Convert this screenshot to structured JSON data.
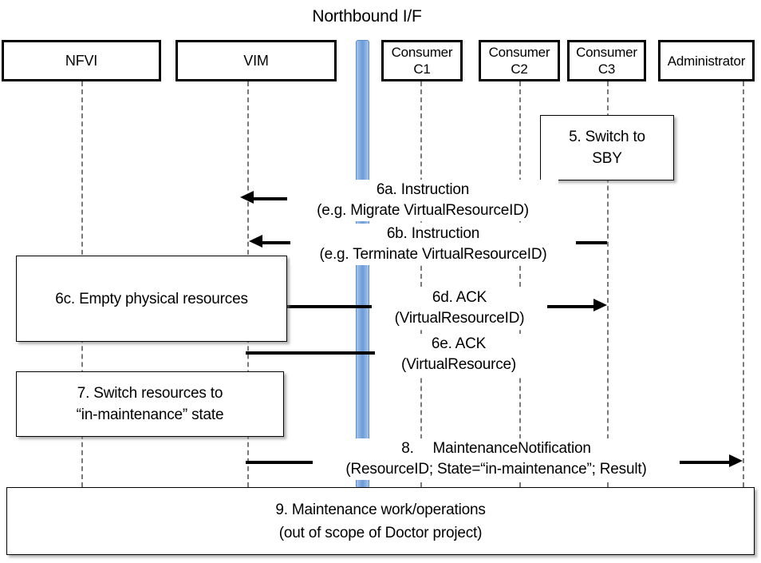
{
  "diagram": {
    "title": "Northbound I/F",
    "interface_bar_name": "Northbound I/F",
    "colors": {
      "bar_light": "#a8c6ea",
      "bar_mid": "#6d9bd8",
      "bar_border": "#5b8ac9",
      "line": "#000000",
      "lifeline": "#7a7a7a",
      "background": "#ffffff"
    }
  },
  "actors": [
    {
      "id": "nfvi",
      "label": "NFVI"
    },
    {
      "id": "vim",
      "label": "VIM"
    },
    {
      "id": "c1",
      "label": "Consumer\nC1"
    },
    {
      "id": "c2",
      "label": "Consumer\nC2"
    },
    {
      "id": "c3",
      "label": "Consumer\nC3"
    },
    {
      "id": "admin",
      "label": "Administrator"
    }
  ],
  "notes": [
    {
      "id": "step5",
      "label": "5. Switch to\nSBY"
    },
    {
      "id": "step6c",
      "label": "6c. Empty physical resources"
    },
    {
      "id": "step7",
      "label": "7. Switch resources to\n“in-maintenance” state"
    },
    {
      "id": "step9",
      "label": "9. Maintenance work/operations\n(out of scope of Doctor project)"
    }
  ],
  "messages": [
    {
      "id": "6a",
      "line1": "6a. Instruction",
      "line2": "(e.g. Migrate VirtualResourceID)",
      "from": "c2",
      "to": "vim",
      "direction": "left"
    },
    {
      "id": "6b",
      "line1": "6b. Instruction",
      "line2": "(e.g. Terminate VirtualResourceID)",
      "from": "c3",
      "to": "vim",
      "direction": "left"
    },
    {
      "id": "6d",
      "line1": "6d. ACK",
      "line2": "(VirtualResourceID)",
      "from": "vim",
      "to": "c3",
      "direction": "right"
    },
    {
      "id": "6e",
      "line1": "6e. ACK",
      "line2": "(VirtualResource)",
      "from": "vim",
      "to": "c2",
      "direction": "right"
    },
    {
      "id": "8",
      "line1": "8.  MaintenanceNotification",
      "line2": "(ResourceID; State=“in-maintenance”; Result)",
      "from": "vim",
      "to": "admin",
      "direction": "right"
    }
  ]
}
